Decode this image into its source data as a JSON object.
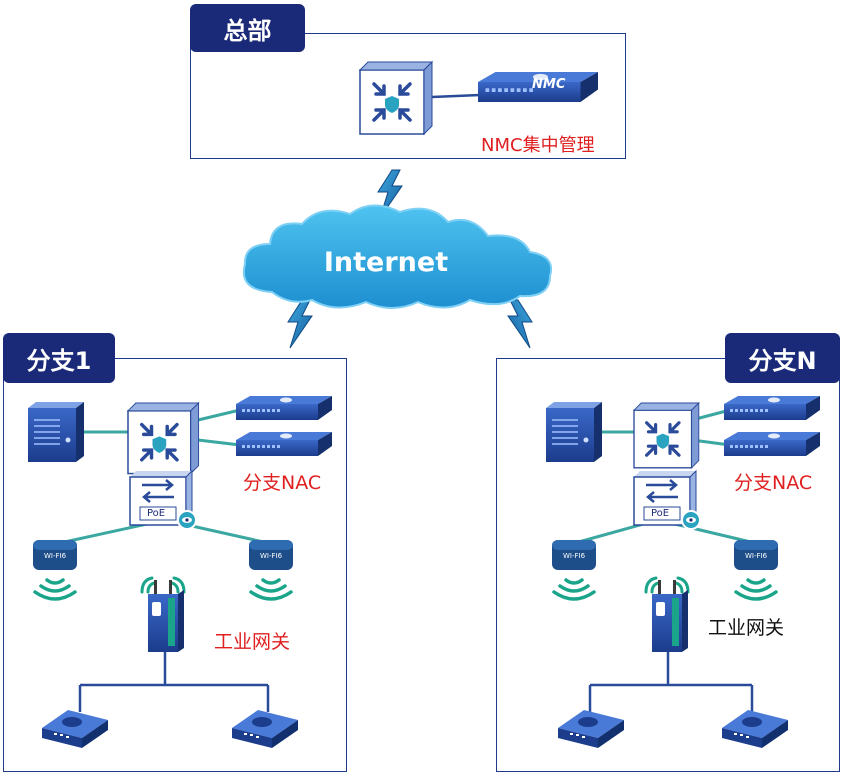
{
  "colors": {
    "accent": "#1b2a78",
    "label_red": "#e02020",
    "link": "#3aa8a0",
    "cloud": "#2aa3e0",
    "lightning": "#1d6fb5"
  },
  "hq": {
    "title": "总部",
    "nmc_label": "NMC集中管理",
    "nmc_device_text": "NMC"
  },
  "internet": {
    "label": "Internet"
  },
  "branch1": {
    "title": "分支1",
    "nac_label": "分支NAC",
    "gateway_label": "工业网关",
    "poe_text": "PoE",
    "wifi_text": "WI-FI6"
  },
  "branchN": {
    "title": "分支N",
    "nac_label": "分支NAC",
    "gateway_label": "工业网关",
    "poe_text": "PoE",
    "wifi_text": "WI-FI6"
  },
  "icons": [
    "firewall-icon",
    "nmc-appliance-icon",
    "server-icon",
    "nac-appliance-icon",
    "poe-switch-icon",
    "wifi-ap-icon",
    "industrial-gateway-icon",
    "router-icon",
    "lightning-icon",
    "cloud-icon"
  ]
}
